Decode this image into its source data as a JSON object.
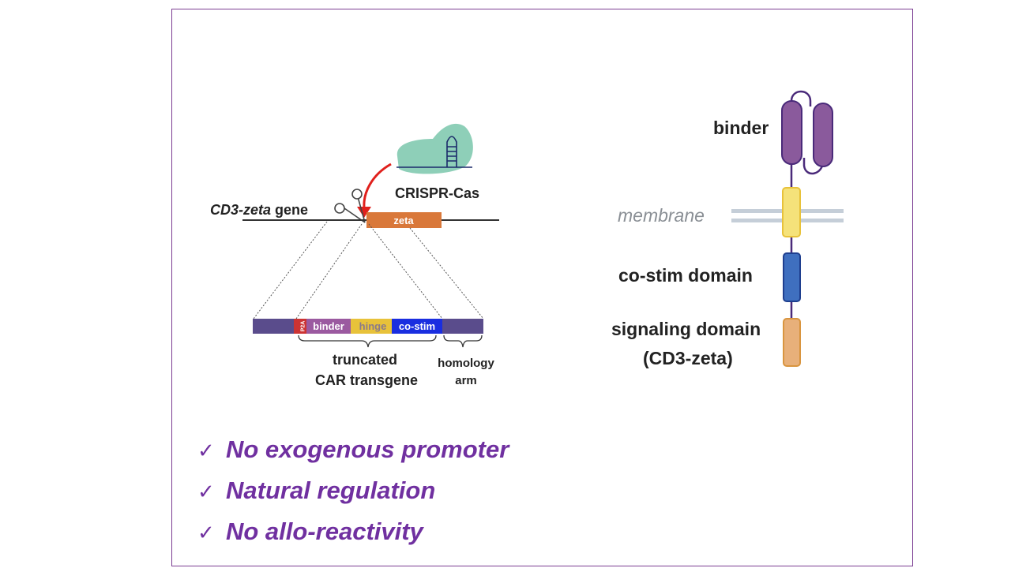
{
  "left_diagram": {
    "gene_label_italic": "CD3-zeta",
    "gene_label_rest": " gene",
    "crispr_label": "CRISPR-Cas",
    "zeta_exon_label": "zeta",
    "segments": {
      "p2a": "P2A",
      "binder": "binder",
      "hinge": "hinge",
      "costim": "co-stim"
    },
    "transgene_label_line1": "truncated",
    "transgene_label_line2": "CAR transgene",
    "homology_label_line1": "homology",
    "homology_label_line2": "arm"
  },
  "right_diagram": {
    "binder_label": "binder",
    "membrane_label": "membrane",
    "costim_label": "co-stim domain",
    "signaling_label_line1": "signaling domain",
    "signaling_label_line2": "(CD3-zeta)"
  },
  "checklist": [
    {
      "mark": "✓",
      "text": "No exogenous promoter"
    },
    {
      "mark": "✓",
      "text": "Natural regulation"
    },
    {
      "mark": "✓",
      "text": "No allo-reactivity"
    }
  ],
  "colors": {
    "frame": "#7b3d92",
    "checklist_text": "#7030a0",
    "cas_protein": "#8ecfb8",
    "zeta_exon": "#d9783a",
    "arrow": "#e0201c",
    "transgene_flank": "#5a4c8c",
    "p2a": "#cc3333",
    "binder_segment": "#9b5aa0",
    "hinge_segment": "#e8c23a",
    "costim_segment": "#1a2ee0",
    "binder_domain": "#8a5a9c",
    "tm_domain": "#f5e27a",
    "costim_domain": "#3f6fbf",
    "signaling_domain": "#e8b07a",
    "membrane": "#c5ced8"
  }
}
